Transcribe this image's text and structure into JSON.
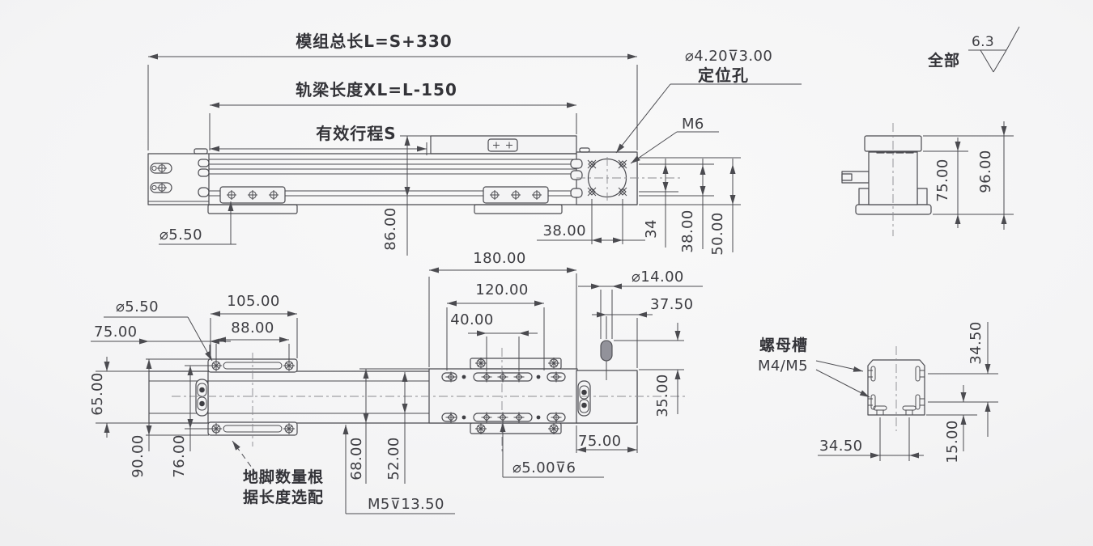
{
  "drawing": {
    "header": {
      "total_length": "模组总长L=S+330",
      "beam_length": "轨梁长度XL=L-150",
      "effective_stroke": "有效行程S"
    },
    "surface_finish": {
      "roughness": "6.3",
      "scope": "全部"
    },
    "callouts": {
      "locating_hole_spec": "⌀4.20⊽3.00",
      "locating_hole": "定位孔",
      "motor_hole": "M6",
      "foot_hole_front": "⌀5.50",
      "foot_hole_bottom": "⌀5.50",
      "pin_hole": "⌀14.00",
      "counterbore": "⌀5.00⊽6",
      "carriage_thread": "M5⊽13.50",
      "nut_slot_label": "螺母槽",
      "nut_slot_sizes": "M4/M5",
      "foot_note_line1": "地脚数量根",
      "foot_note_line2": "据长度选配"
    },
    "front_view": {
      "height_86": "86.00",
      "hole_span_38": "38.00",
      "v_34": "34",
      "v_38": "38.00",
      "v_50": "50.00"
    },
    "side_view": {
      "body_height_75": "75.00",
      "total_height_96": "96.00"
    },
    "bottom_view": {
      "carriage_180": "180.00",
      "holes_120": "120.00",
      "holes_40": "40.00",
      "pin_offset_37_5": "37.50",
      "foot_105": "105.00",
      "foot_88": "88.00",
      "left_75": "75.00",
      "width_65": "65.00",
      "width_90": "90.00",
      "width_76": "76.00",
      "v_68": "68.00",
      "v_52": "52.00",
      "v_35": "35.00",
      "end_75": "75.00"
    },
    "profile_detail": {
      "slot_span_34_5_v": "34.50",
      "slot_15": "15.00",
      "slot_span_34_5_h": "34.50"
    }
  }
}
